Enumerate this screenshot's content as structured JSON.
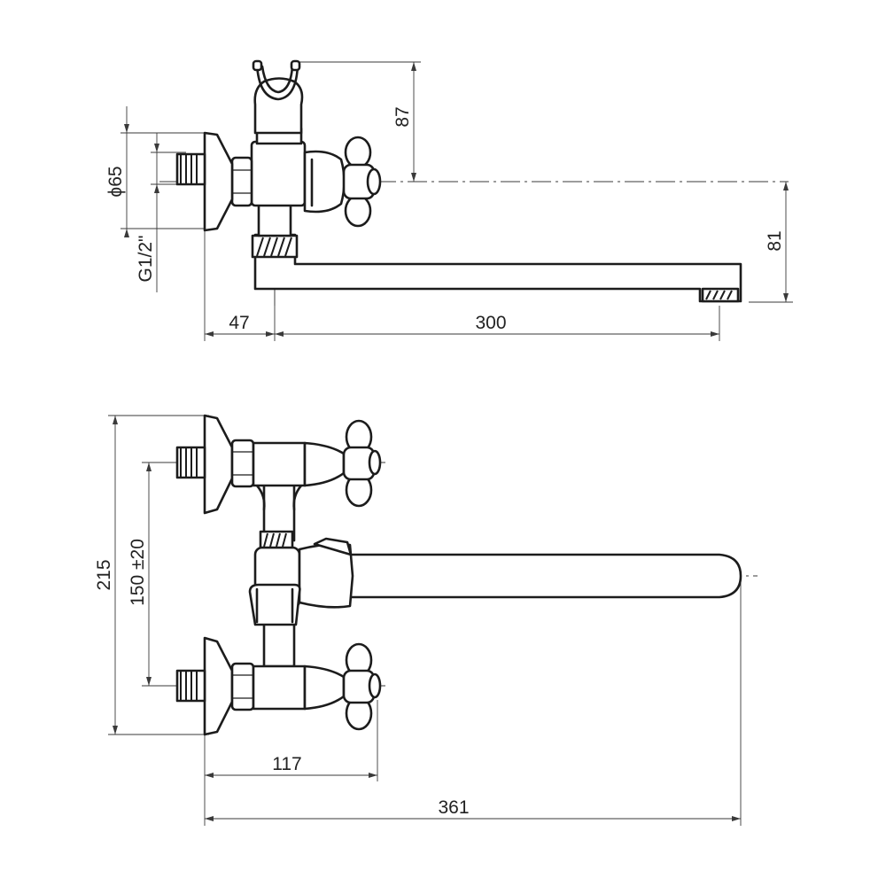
{
  "dimensions": {
    "top_view": {
      "diameter_label": "ϕ65",
      "thread_label": "G1/2\"",
      "height_top_label": "87",
      "height_bottom_label": "81",
      "wall_offset_label": "47",
      "spout_length_label": "300"
    },
    "front_view": {
      "overall_height_label": "215",
      "inlet_spacing_label": "150 ±20",
      "handle_offset_label": "117",
      "overall_length_label": "361"
    }
  },
  "colors": {
    "line": "#1c1c1c",
    "dimension_line": "#3a3a3a",
    "background": "#ffffff"
  }
}
